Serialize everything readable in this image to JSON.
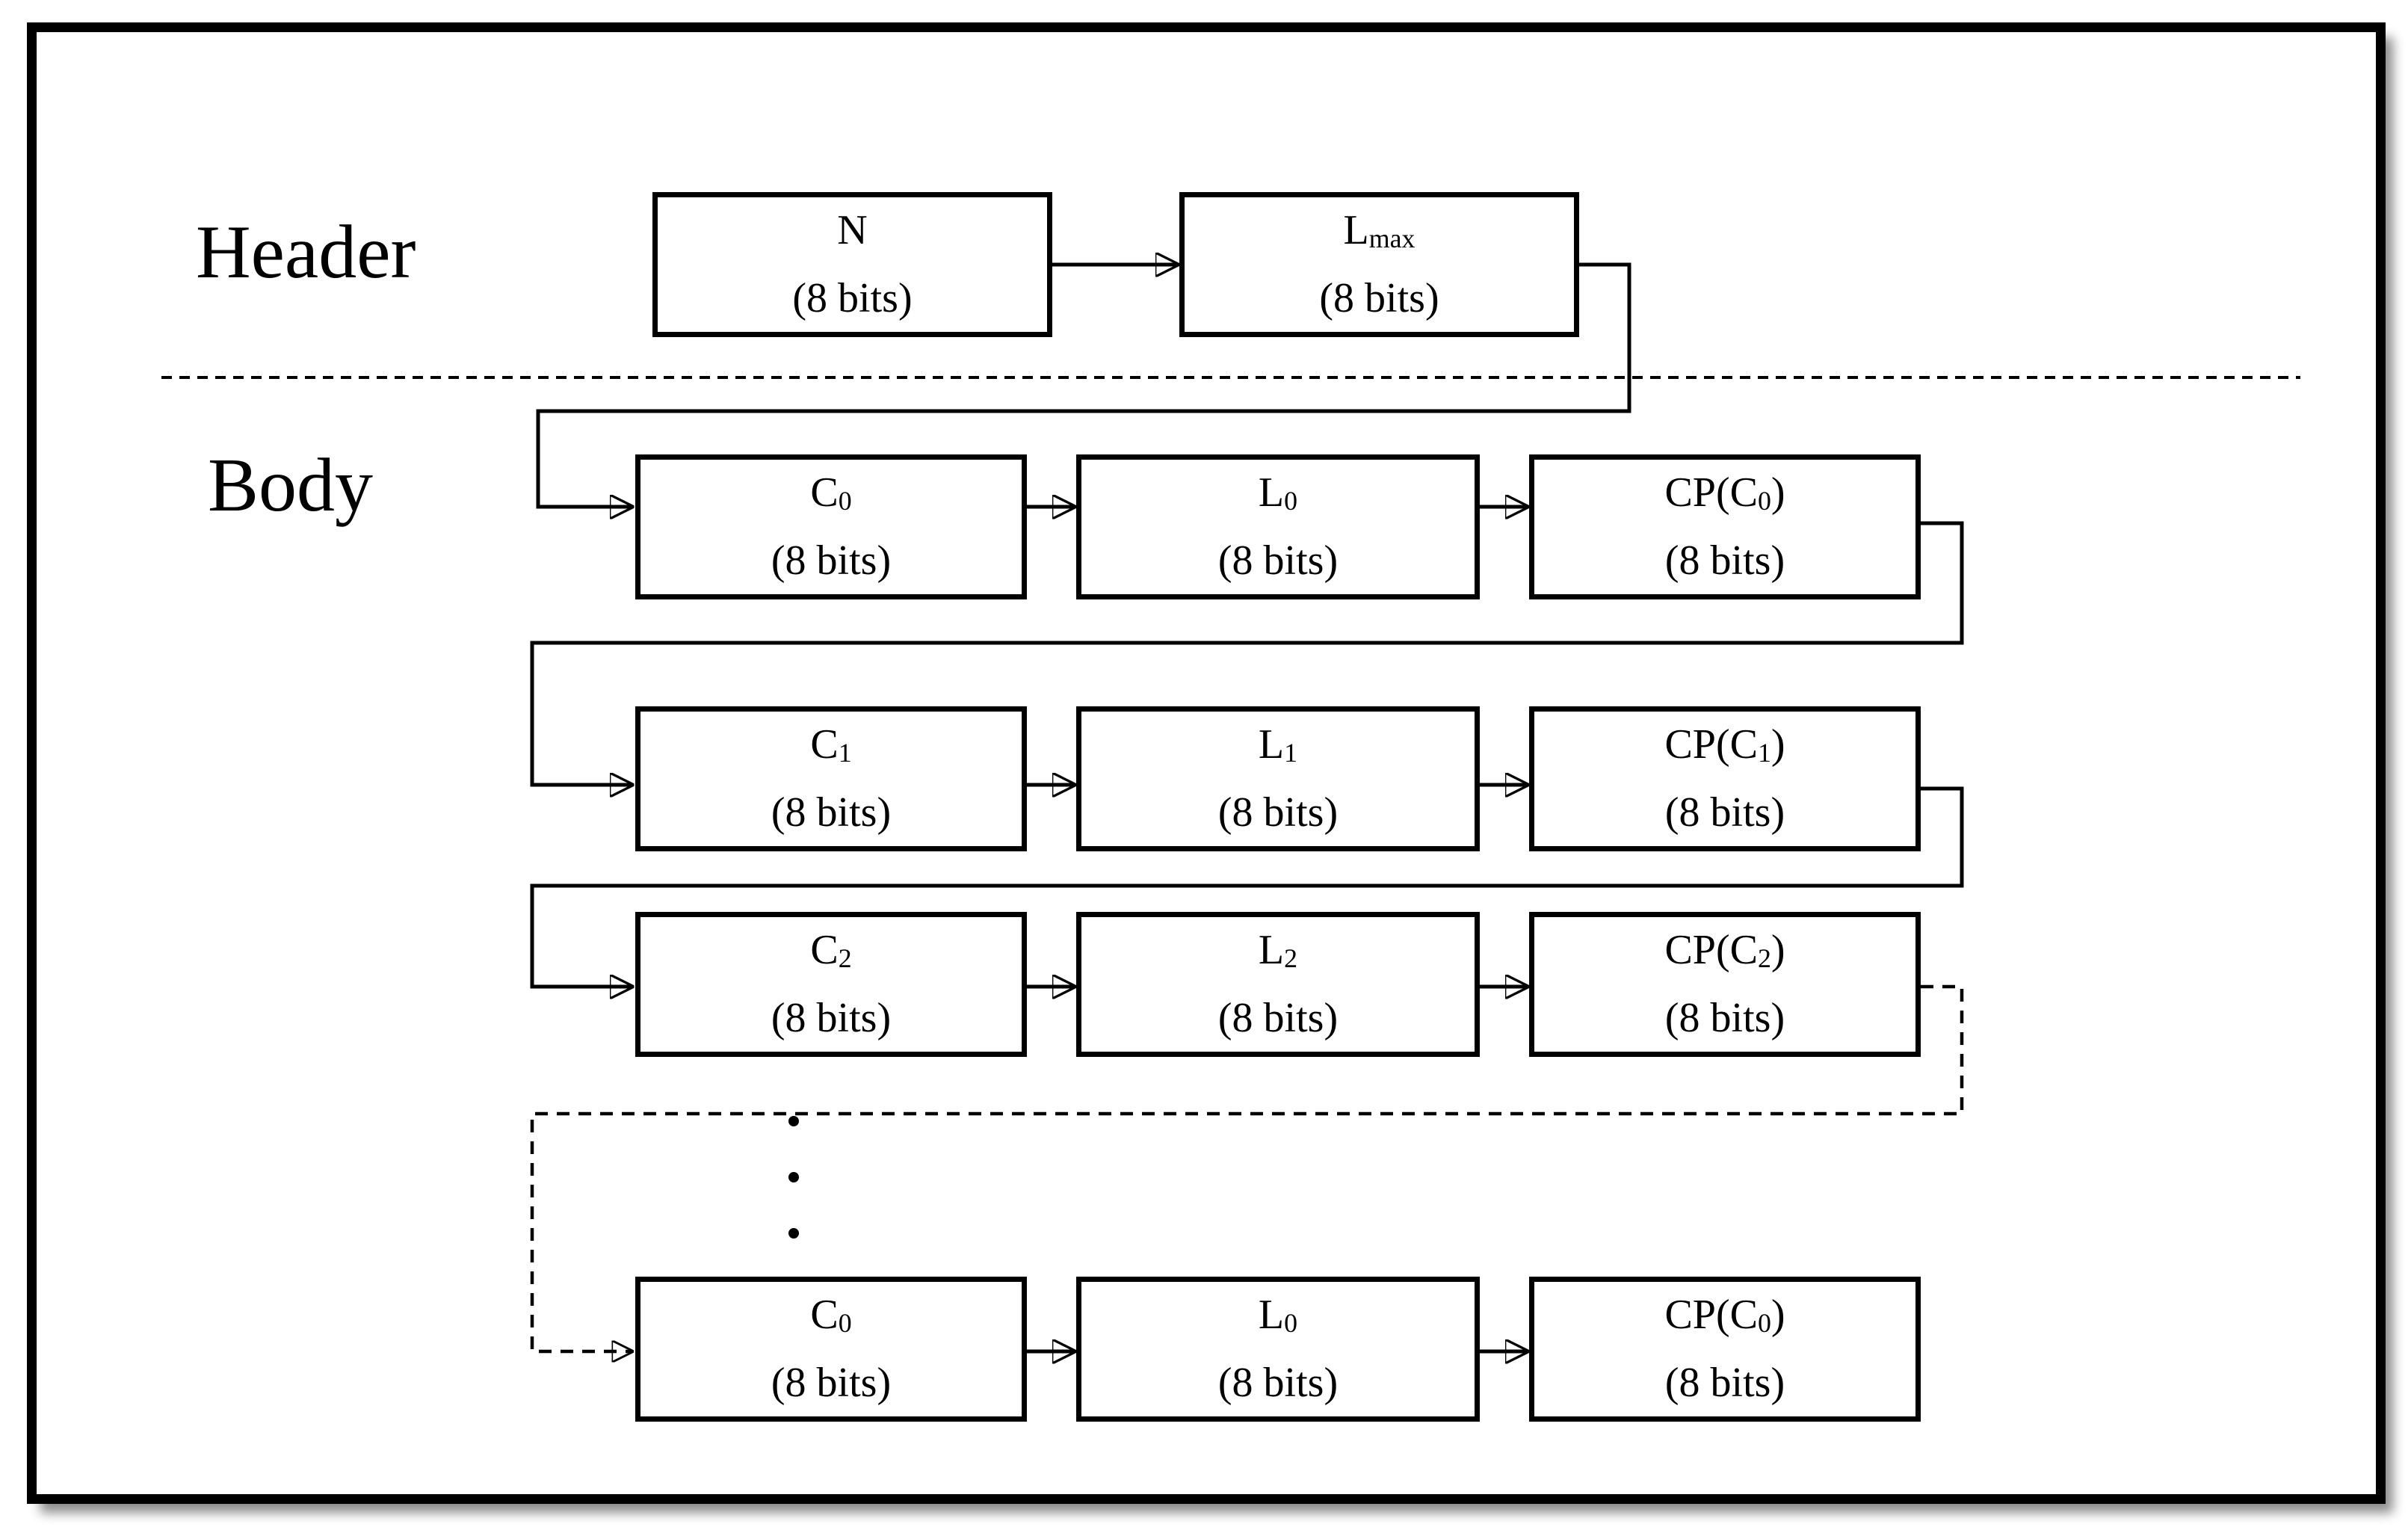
{
  "colors": {
    "ink": "#000000",
    "paper": "#ffffff"
  },
  "sections": {
    "header_label": "Header",
    "body_label": "Body"
  },
  "header": {
    "boxes": [
      {
        "label": {
          "pre": "N",
          "sub": "",
          "post": ""
        },
        "size": "(8 bits)"
      },
      {
        "label": {
          "pre": "L",
          "sub": "max",
          "post": ""
        },
        "size": "(8 bits)"
      }
    ]
  },
  "body": {
    "rows": [
      {
        "cells": [
          {
            "label": {
              "pre": "C",
              "sub": "0",
              "post": ""
            },
            "size": "(8 bits)"
          },
          {
            "label": {
              "pre": "L",
              "sub": "0",
              "post": ""
            },
            "size": "(8 bits)"
          },
          {
            "label": {
              "pre": "CP(C",
              "sub": "0",
              "post": ")"
            },
            "size": "(8 bits)"
          }
        ]
      },
      {
        "cells": [
          {
            "label": {
              "pre": "C",
              "sub": "1",
              "post": ""
            },
            "size": "(8 bits)"
          },
          {
            "label": {
              "pre": "L",
              "sub": "1",
              "post": ""
            },
            "size": "(8 bits)"
          },
          {
            "label": {
              "pre": "CP(C",
              "sub": "1",
              "post": ")"
            },
            "size": "(8 bits)"
          }
        ]
      },
      {
        "cells": [
          {
            "label": {
              "pre": "C",
              "sub": "2",
              "post": ""
            },
            "size": "(8 bits)"
          },
          {
            "label": {
              "pre": "L",
              "sub": "2",
              "post": ""
            },
            "size": "(8 bits)"
          },
          {
            "label": {
              "pre": "CP(C",
              "sub": "2",
              "post": ")"
            },
            "size": "(8 bits)"
          }
        ]
      },
      {
        "cells": [
          {
            "label": {
              "pre": "C",
              "sub": "0",
              "post": ""
            },
            "size": "(8 bits)"
          },
          {
            "label": {
              "pre": "L",
              "sub": "0",
              "post": ""
            },
            "size": "(8 bits)"
          },
          {
            "label": {
              "pre": "CP(C",
              "sub": "0",
              "post": ")"
            },
            "size": "(8 bits)"
          }
        ]
      }
    ]
  }
}
